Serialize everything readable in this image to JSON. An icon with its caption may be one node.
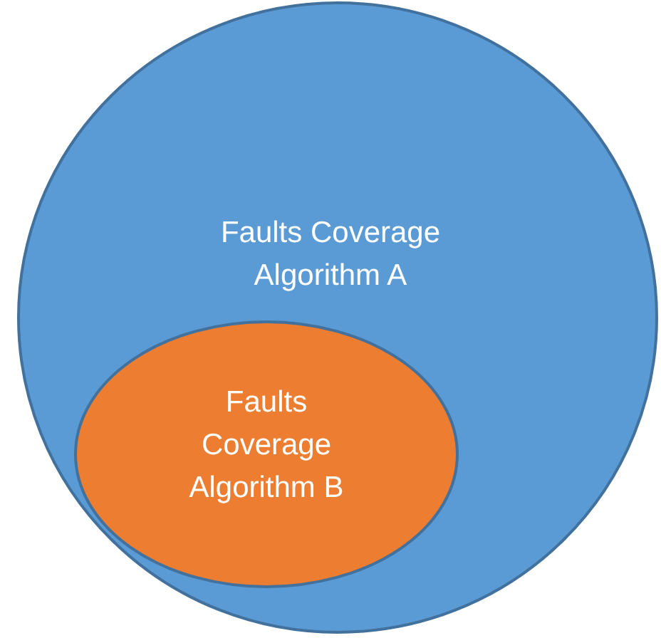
{
  "diagram": {
    "nodes": [
      {
        "text": [
          "Faults Coverage Algorithm A"
        ]
      },
      {
        "text": [
          "Faults Coverage Algorithm B"
        ],
        "in": 0
      }
    ]
  }
}
